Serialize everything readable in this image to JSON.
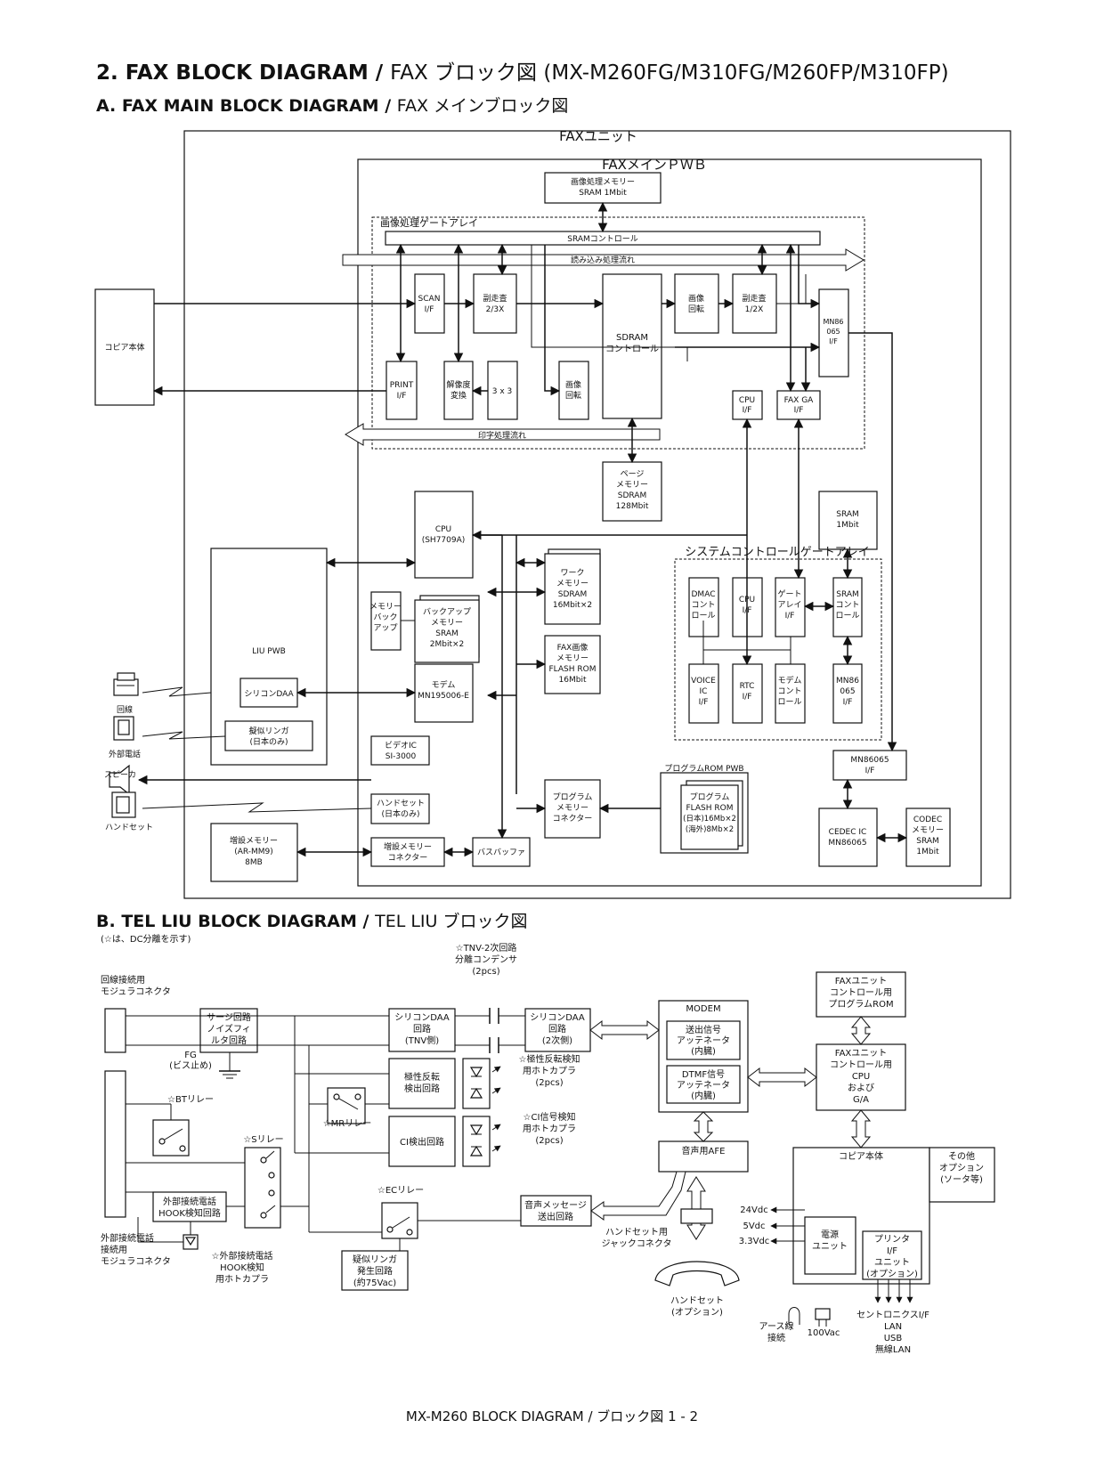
{
  "headings": {
    "h1_bold": "2.  FAX BLOCK DIAGRAM / ",
    "h1_rest": "FAX ブロック図 (MX-M260FG/M310FG/M260FP/M310FP)",
    "h2_bold": "A.  FAX MAIN BLOCK DIAGRAM / ",
    "h2_rest": "FAX メインブロック図",
    "h3_bold": "B.  TEL LIU BLOCK DIAGRAM / ",
    "h3_rest": "TEL LIU ブロック図"
  },
  "fax_main": {
    "fax_unit": "FAXユニット",
    "fax_main_pwb": "FAXメインＰＷＢ",
    "image_mem": [
      "画像処理メモリー",
      "SRAM 1Mbit"
    ],
    "gate_array": "画像処理ゲートアレイ",
    "sram_control": "SRAMコントロール",
    "read_flow": "読み込み処理流れ",
    "print_flow": "印字処理流れ",
    "copier_body": "コピア本体",
    "scan_if": [
      "SCAN",
      "I/F"
    ],
    "sub_scan_23": [
      "副走査",
      "2/3X"
    ],
    "sdram_ctrl": [
      "SDRAM",
      "コントロール"
    ],
    "img_rot1": [
      "画像",
      "回転"
    ],
    "sub_scan_12": [
      "副走査",
      "1/2X"
    ],
    "mn86065_a": [
      "MN86",
      "065",
      "I/F"
    ],
    "print_if": [
      "PRINT",
      "I/F"
    ],
    "res_conv": [
      "解像度",
      "変換"
    ],
    "three_by_three": "3 x 3",
    "img_rot2": [
      "画像",
      "回転"
    ],
    "cpu_if": [
      "CPU",
      "I/F"
    ],
    "fax_ga_if": [
      "FAX GA",
      "I/F"
    ],
    "page_mem": [
      "ページ",
      "メモリー",
      "SDRAM",
      "128Mbit"
    ],
    "sram_1mbit": [
      "SRAM",
      "1Mbit"
    ],
    "cpu_main": [
      "CPU",
      "(SH7709A)"
    ],
    "work_mem": [
      "ワーク",
      "メモリー",
      "SDRAM",
      "16Mbit×2"
    ],
    "sys_ctrl_ga": "システムコントロールゲートアレイ",
    "liu_pwb": "LIU PWB",
    "mem_backup": [
      "メモリー",
      "バック",
      "アップ"
    ],
    "backup_mem": [
      "バックアップ",
      "メモリー",
      "SRAM",
      "2Mbit×2"
    ],
    "fax_img_mem": [
      "FAX画像",
      "メモリー",
      "FLASH ROM",
      "16Mbit"
    ],
    "dmac": [
      "DMAC",
      "コント",
      "ロール"
    ],
    "sys_cpu_if": [
      "CPU",
      "I/F"
    ],
    "gate_array_if": [
      "ゲート",
      "アレイ",
      "I/F"
    ],
    "sram_ctrl": [
      "SRAM",
      "コント",
      "ロール"
    ],
    "silicon_daa": "シリコンDAA",
    "modem": [
      "モデム",
      "MN195006-E"
    ],
    "voice_ic": [
      "VOICE",
      "IC",
      "I/F"
    ],
    "rtc": [
      "RTC",
      "I/F"
    ],
    "modem_ctrl": [
      "モデム",
      "コント",
      "ロール"
    ],
    "mn86065_b": [
      "MN86",
      "065",
      "I/F"
    ],
    "line_label": "回線",
    "pseudo_ringer": [
      "擬似リンガ",
      "(日本のみ)"
    ],
    "ext_phone": "外部電話",
    "video_ic": [
      "ビデオIC",
      "SI-3000"
    ],
    "mn86065_c": [
      "MN86065",
      "I/F"
    ],
    "speaker": "スピーカ",
    "prog_rom_pwb": "プログラムROM PWB",
    "handset_conn": [
      "ハンドセット",
      "(日本のみ)"
    ],
    "prog_mem_conn": [
      "プログラム",
      "メモリー",
      "コネクター"
    ],
    "prog_flash": [
      "プログラム",
      "FLASH ROM",
      "(日本)16Mb×2",
      "(海外)8Mb×2"
    ],
    "handset": "ハンドセット",
    "ext_mem": [
      "増設メモリー",
      "(AR-MM9)",
      "8MB"
    ],
    "ext_mem_conn": [
      "増設メモリー",
      "コネクター"
    ],
    "bus_buffer": "バスバッファ",
    "codec_ic": [
      "CEDEC IC",
      "MN86065"
    ],
    "codec_mem": [
      "CODEC",
      "メモリー",
      "SRAM",
      "1Mbit"
    ]
  },
  "tel_liu": {
    "note": "(☆は、DC分離を示す)",
    "tnv_cap": [
      "☆TNV-2次回路",
      "分離コンデンサ",
      "(2pcs)"
    ],
    "line_conn": [
      "回線接続用",
      "モジュラコネクタ"
    ],
    "surge": [
      "サージ回路",
      "ノイズフィ",
      "ルタ回路"
    ],
    "daa_tnv": [
      "シリコンDAA",
      "回路",
      "(TNV側)"
    ],
    "daa_2nd": [
      "シリコンDAA",
      "回路",
      "(2次側)"
    ],
    "modem_title": "MODEM",
    "tx_att": [
      "送出信号",
      "アッテネータ",
      "(内臓)"
    ],
    "dtmf_att": [
      "DTMF信号",
      "アッテネータ",
      "(内臓)"
    ],
    "fax_rom": [
      "FAXユニット",
      "コントロール用",
      "プログラムROM"
    ],
    "fg": [
      "FG",
      "(ビス止め)"
    ],
    "polarity": [
      "極性反転",
      "検出回路"
    ],
    "polarity_pc": [
      "☆極性反転検知",
      "用ホトカプラ",
      "(2pcs)"
    ],
    "fax_cpu": [
      "FAXユニット",
      "コントロール用",
      "CPU",
      "および",
      "G/A"
    ],
    "bt_relay": "☆BTリレー",
    "mr_relay": "☆MRリレー",
    "ci_detect": "CI検出回路",
    "ci_pc": [
      "☆CI信号検知",
      "用ホトカプラ",
      "(2pcs)"
    ],
    "s_relay": "☆Sリレー",
    "audio_afe": "音声用AFE",
    "copier_body": "コピア本体",
    "other_opt": [
      "その他",
      "オプション",
      "(ソータ等)"
    ],
    "ec_relay": "☆ECリレー",
    "ext_hook": [
      "外部接続電話",
      "HOOK検知回路"
    ],
    "voice_msg": [
      "音声メッセージ",
      "送出回路"
    ],
    "handset_jack": [
      "ハンドセット用",
      "ジャックコネクタ"
    ],
    "ext_conn": [
      "外部接続電話",
      "接続用",
      "モジュラコネクタ"
    ],
    "hook_pc": [
      "☆外部接続電話",
      "HOOK検知",
      "用ホトカプラ"
    ],
    "psu": [
      "電源",
      "ユニット"
    ],
    "volts": [
      "24Vdc",
      "5Vdc",
      "3.3Vdc"
    ],
    "printer_if": [
      "プリンタ",
      "I/F",
      "ユニット",
      "(オプション)"
    ],
    "pseudo_ringer2": [
      "疑似リンガ",
      "発生回路",
      "(約75Vac)"
    ],
    "handset_opt": [
      "ハンドセット",
      "(オプション)"
    ],
    "earth": [
      "アース線",
      "接続"
    ],
    "ac100": "100Vac",
    "centronics": [
      "セントロニクスI/F",
      "LAN",
      "USB",
      "無線LAN"
    ]
  },
  "footer": "MX-M260  BLOCK DIAGRAM / ブロック図  1 - 2"
}
